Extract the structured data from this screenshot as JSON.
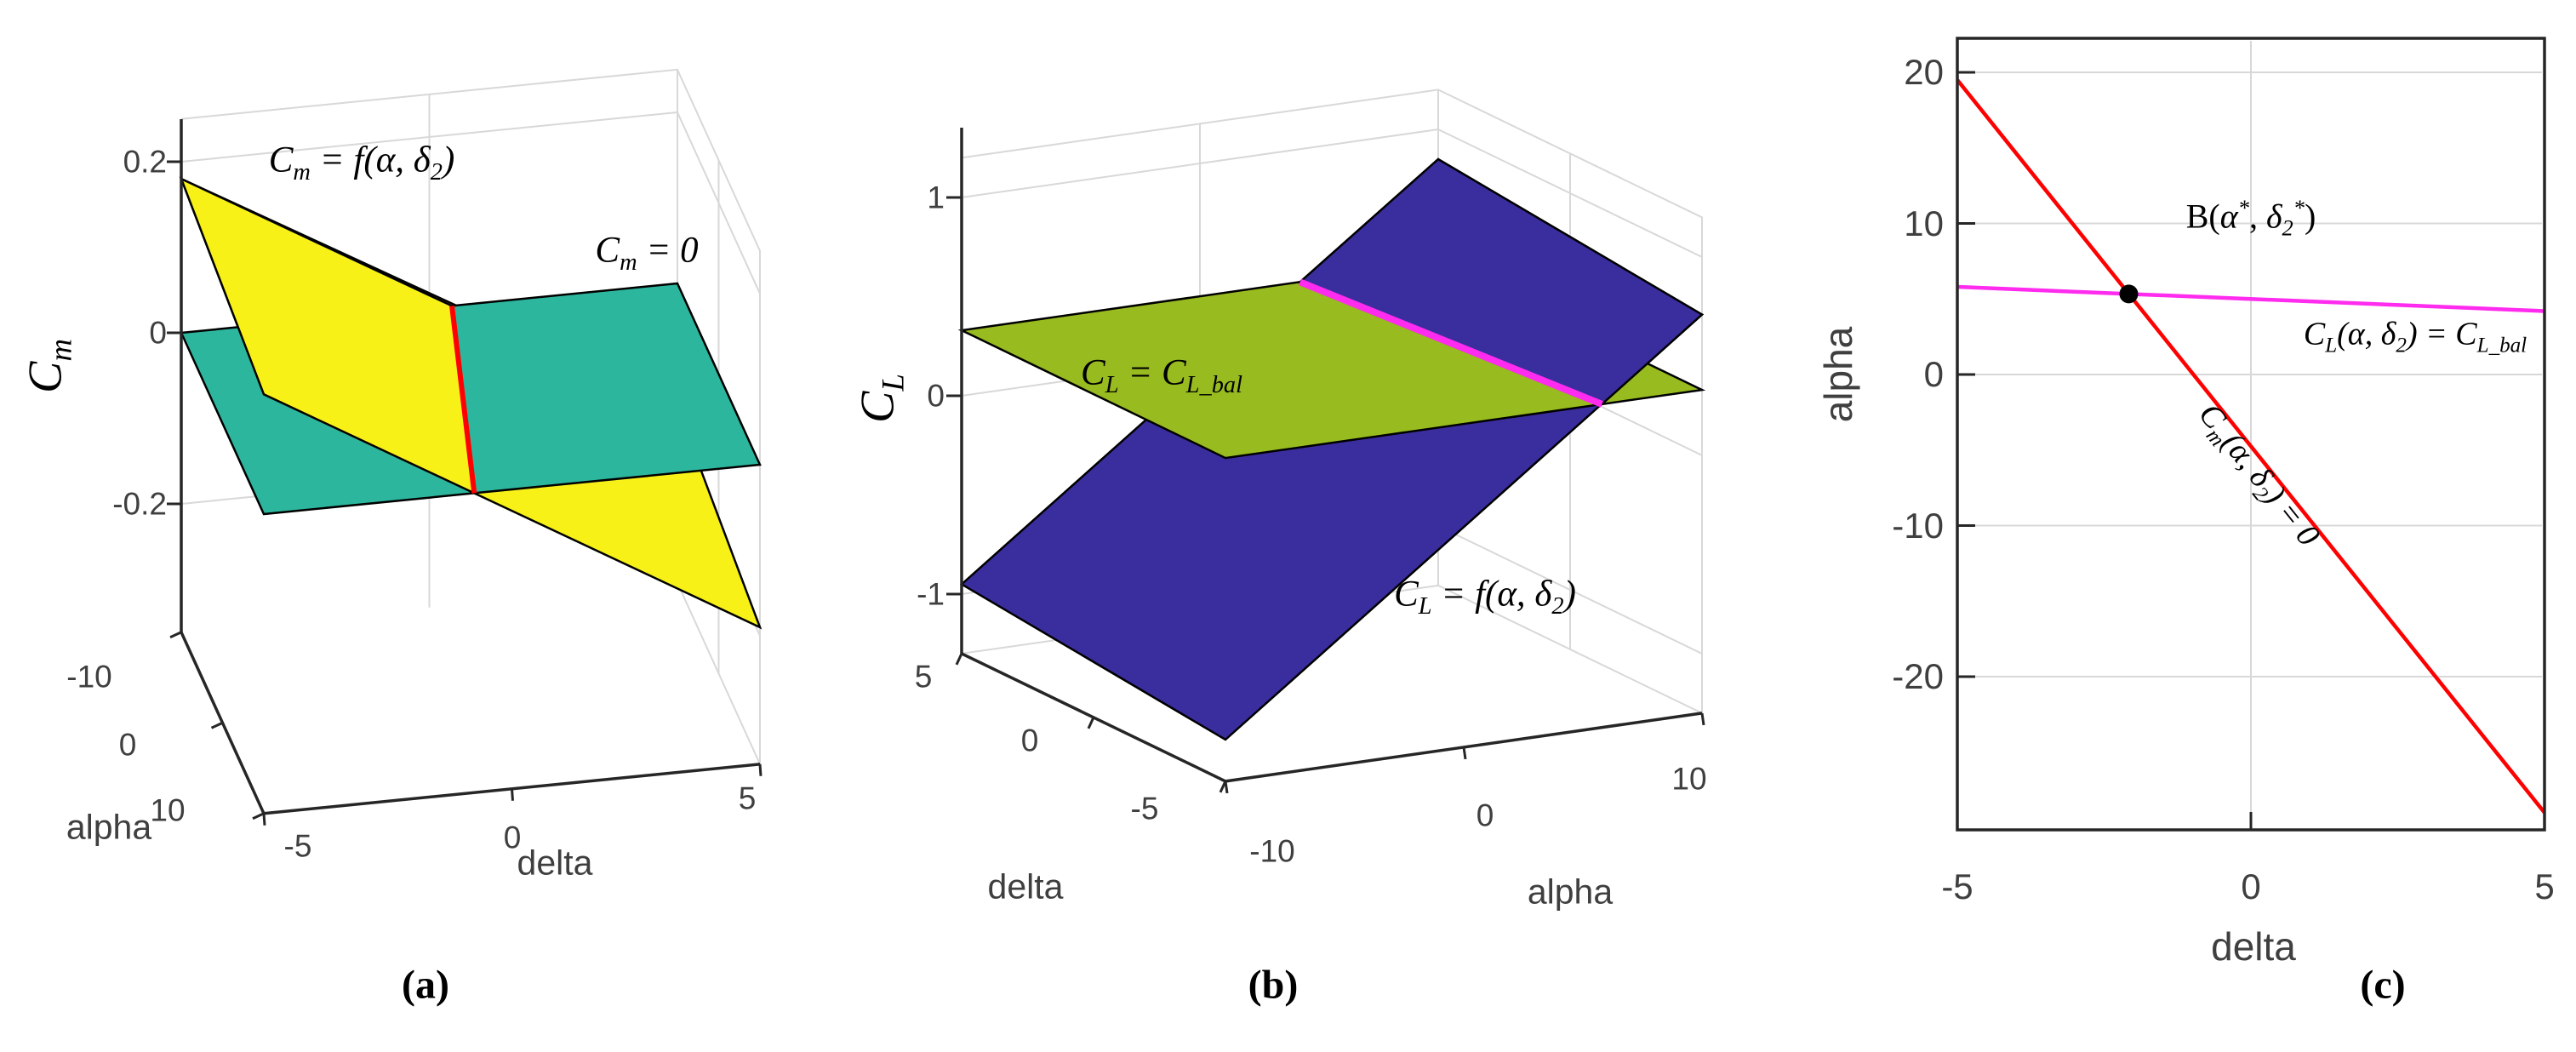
{
  "figure": {
    "background": "#ffffff",
    "captions": {
      "a": "(a)",
      "b": "(b)",
      "c": "(c)"
    }
  },
  "colors": {
    "axis": "#262626",
    "grid": "#d8d8d8",
    "tick_text": "#3f3f3f",
    "surface_cm": "#f8f118",
    "surface_zero": "#2db69e",
    "surface_cl": "#3a2d9e",
    "surface_balance": "#98bb20",
    "line_cm_zero": "#ff0000",
    "line_cl_balance": "#ff2bee",
    "balance_point": "#000000"
  },
  "chart_data": [
    {
      "id": "a",
      "type": "surface3d",
      "description": "Pitching-moment coefficient plane Cm = f(alpha, delta2) intersected by the plane Cm = 0; the red line is the trim locus.",
      "axes": {
        "z": {
          "label_rich": [
            {
              "t": "C",
              "v": "i"
            },
            {
              "t": "m",
              "v": "subi"
            }
          ],
          "ticks": [
            "0.2",
            "0",
            "-0.2"
          ]
        },
        "alpha": {
          "label": "alpha",
          "range": [
            -10,
            10
          ],
          "ticks": [
            "-10",
            "0",
            "10"
          ]
        },
        "delta": {
          "label": "delta",
          "range": [
            -5,
            5
          ],
          "ticks": [
            "-5",
            "0",
            "5"
          ]
        }
      },
      "surfaces": [
        {
          "name": "cm-surface",
          "color_key": "surface_cm",
          "label_rich": [
            {
              "t": "C",
              "v": "i"
            },
            {
              "t": "m",
              "v": "subi"
            },
            {
              "t": " = f(α, δ",
              "v": "i"
            },
            {
              "t": "2",
              "v": "subi"
            },
            {
              "t": ")",
              "v": "i"
            }
          ],
          "corners": [
            {
              "alpha": -10,
              "delta": -5,
              "value": 0.18
            },
            {
              "alpha": -10,
              "delta": 5,
              "value": -0.145
            },
            {
              "alpha": 10,
              "delta": 5,
              "value": -0.19
            },
            {
              "alpha": 10,
              "delta": -5,
              "value": 0.14
            }
          ]
        },
        {
          "name": "zero-plane",
          "color_key": "surface_zero",
          "label_rich": [
            {
              "t": "C",
              "v": "i"
            },
            {
              "t": "m",
              "v": "subi"
            },
            {
              "t": " = 0",
              "v": "i"
            }
          ],
          "value": 0
        }
      ],
      "intersection": {
        "name": "cm-zero-intersection",
        "color_key": "line_cm_zero",
        "value": 0,
        "endpoints": [
          {
            "alpha": -10,
            "delta": 0.455
          },
          {
            "alpha": 10,
            "delta": -0.758
          }
        ]
      }
    },
    {
      "id": "b",
      "type": "surface3d",
      "description": "Lift coefficient plane CL = f(alpha, delta2) intersected by the balance plane CL = CL_bal; the magenta line is the balance locus.",
      "axes": {
        "z": {
          "label_rich": [
            {
              "t": "C",
              "v": "i"
            },
            {
              "t": "L",
              "v": "subi"
            }
          ],
          "ticks": [
            "1",
            "0",
            "-1"
          ]
        },
        "alpha": {
          "label": "alpha",
          "range": [
            -10,
            10
          ],
          "ticks": [
            "-10",
            "0",
            "10"
          ]
        },
        "delta": {
          "label": "delta",
          "range": [
            -5,
            5
          ],
          "ticks": [
            "5",
            "0",
            "-5"
          ]
        }
      },
      "surfaces": [
        {
          "name": "cl-surface",
          "color_key": "surface_cl",
          "label_rich": [
            {
              "t": "C",
              "v": "i"
            },
            {
              "t": "L",
              "v": "subi"
            },
            {
              "t": " = f(α, δ",
              "v": "i"
            },
            {
              "t": "2",
              "v": "subi"
            },
            {
              "t": ")",
              "v": "i"
            }
          ],
          "corners": [
            {
              "alpha": -10,
              "delta": 5,
              "value": -0.95
            },
            {
              "alpha": 10,
              "delta": 5,
              "value": 0.85
            },
            {
              "alpha": 10,
              "delta": -5,
              "value": 0.71
            },
            {
              "alpha": -10,
              "delta": -5,
              "value": -1.09
            }
          ]
        },
        {
          "name": "balance-plane",
          "color_key": "surface_balance",
          "label_rich": [
            {
              "t": "C",
              "v": "i"
            },
            {
              "t": "L",
              "v": "subi"
            },
            {
              "t": " = ",
              "v": "i"
            },
            {
              "t": "C",
              "v": "i"
            },
            {
              "t": "L_bal",
              "v": "subi"
            }
          ],
          "value": 0.33
        }
      ],
      "intersection": {
        "name": "cl-balance-intersection",
        "color_key": "line_cl_balance",
        "value": 0.33,
        "endpoints": [
          {
            "alpha": 4.2,
            "delta": 5
          },
          {
            "alpha": 5.8,
            "delta": -5
          }
        ]
      }
    },
    {
      "id": "c",
      "type": "line",
      "description": "Trim locus Cm(alpha,delta2)=0 and balance locus CL(alpha,delta2)=CL_bal in the (delta, alpha) plane; their crossing is the balance point B.",
      "axes": {
        "x": {
          "label": "delta",
          "range": [
            -5,
            5
          ],
          "ticks": [
            "-5",
            "0",
            "5"
          ]
        },
        "y": {
          "label": "alpha",
          "range": [
            -30,
            22
          ],
          "ticks": [
            "20",
            "10",
            "0",
            "-10",
            "-20"
          ]
        }
      },
      "grid": true,
      "series": [
        {
          "name": "cm-zero-locus",
          "color_key": "line_cm_zero",
          "label_rich": [
            {
              "t": "C",
              "v": "i"
            },
            {
              "t": "m",
              "v": "subi"
            },
            {
              "t": "(α, δ",
              "v": "i"
            },
            {
              "t": "2",
              "v": "subi"
            },
            {
              "t": ") = 0",
              "v": "i"
            }
          ],
          "points": [
            {
              "delta": -5,
              "alpha": 19.5
            },
            {
              "delta": 5,
              "alpha": -29
            }
          ]
        },
        {
          "name": "cl-balance-locus",
          "color_key": "line_cl_balance",
          "label_rich": [
            {
              "t": "C",
              "v": "i"
            },
            {
              "t": "L",
              "v": "subi"
            },
            {
              "t": "(α, δ",
              "v": "i"
            },
            {
              "t": "2",
              "v": "subi"
            },
            {
              "t": ") = ",
              "v": "i"
            },
            {
              "t": "C",
              "v": "i"
            },
            {
              "t": "L_bal",
              "v": "subi"
            }
          ],
          "points": [
            {
              "delta": -5,
              "alpha": 5.8
            },
            {
              "delta": 5,
              "alpha": 4.2
            }
          ]
        }
      ],
      "balance_point": {
        "name": "balance-point",
        "delta": -2.08,
        "alpha": 5.33,
        "label_rich": [
          {
            "t": "B(",
            "v": "r"
          },
          {
            "t": "α",
            "v": "i"
          },
          {
            "t": "*",
            "v": "supi"
          },
          {
            "t": ", ",
            "v": "r"
          },
          {
            "t": "δ",
            "v": "i"
          },
          {
            "t": "2",
            "v": "subi"
          },
          {
            "t": "*",
            "v": "supi"
          },
          {
            "t": ")",
            "v": "r"
          }
        ]
      }
    }
  ]
}
